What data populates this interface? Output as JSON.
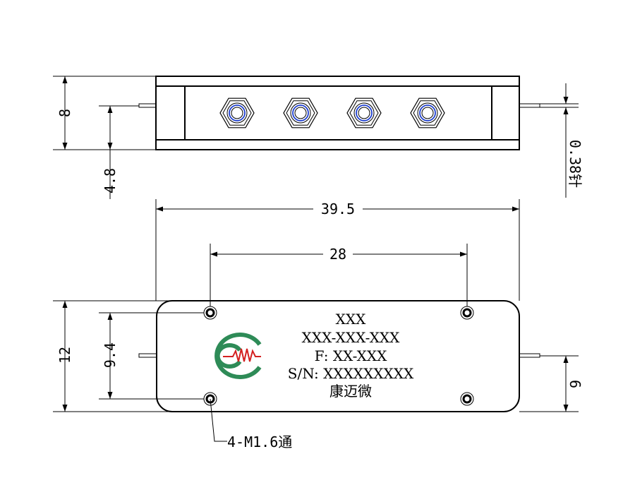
{
  "dimensions": {
    "height_top": "8",
    "connector_height": "4.8",
    "pin_diameter": "0.38针",
    "overall_length": "39.5",
    "hole_spacing": "28",
    "height_bottom": "12",
    "hole_vertical_spacing": "9.4",
    "pin_offset": "6",
    "mount_holes": "4-M1.6通"
  },
  "label": {
    "line1": "XXX",
    "line2": "XXX-XXX-XXX",
    "line3": "F: XX-XXX",
    "line4": "S/N: XXXXXXXXX",
    "line5": "康迈微"
  },
  "logo": {
    "ring_color": "#2e8b57",
    "wave_color": "#d42020"
  },
  "connector_count": 4
}
